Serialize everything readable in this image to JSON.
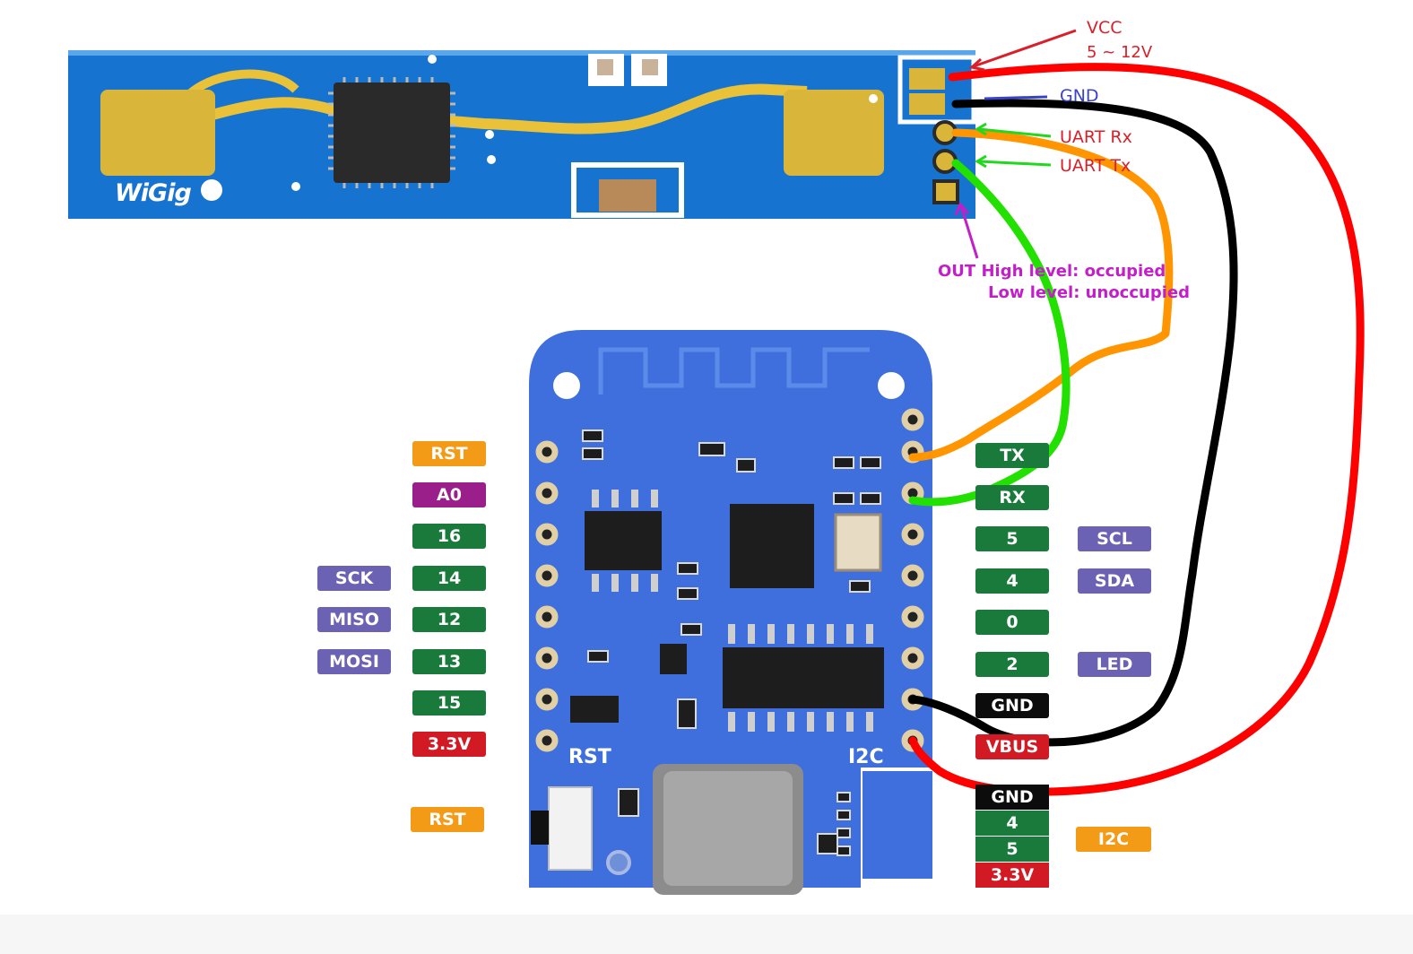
{
  "sensor": {
    "brand_text": "WiGig",
    "pins": [
      {
        "label": "VCC",
        "label2": "5 ~ 12V",
        "color": "#d8202a"
      },
      {
        "label": "GND",
        "color": "#3a43c8"
      },
      {
        "label": "UART Rx",
        "color": "#d8202a"
      },
      {
        "label": "UART Tx",
        "color": "#d8202a"
      },
      {
        "label": "OUT",
        "color": "#c21fc9"
      }
    ],
    "out_note_high": "High level: occupied",
    "out_note_low": "Low level: unoccupied"
  },
  "board": {
    "silk_rst": "RST",
    "silk_i2c": "I2C",
    "left_pins": [
      {
        "label": "RST",
        "color": "#f39a16"
      },
      {
        "label": "A0",
        "color": "#9b1f8a"
      },
      {
        "label": "16",
        "color": "#1a7a3c"
      },
      {
        "label": "14",
        "color": "#1a7a3c",
        "alt": "SCK"
      },
      {
        "label": "12",
        "color": "#1a7a3c",
        "alt": "MISO"
      },
      {
        "label": "13",
        "color": "#1a7a3c",
        "alt": "MOSI"
      },
      {
        "label": "15",
        "color": "#1a7a3c"
      },
      {
        "label": "3.3V",
        "color": "#d11a24"
      }
    ],
    "rst_button_label": "RST",
    "right_pins": [
      {
        "label": "TX",
        "color": "#1a7a3c"
      },
      {
        "label": "RX",
        "color": "#1a7a3c"
      },
      {
        "label": "5",
        "color": "#1a7a3c",
        "alt": "SCL"
      },
      {
        "label": "4",
        "color": "#1a7a3c",
        "alt": "SDA"
      },
      {
        "label": "0",
        "color": "#1a7a3c"
      },
      {
        "label": "2",
        "color": "#1a7a3c",
        "alt": "LED"
      },
      {
        "label": "GND",
        "color": "#0c0c0c"
      },
      {
        "label": "VBUS",
        "color": "#d11a24"
      }
    ],
    "i2c_connector": {
      "pins": [
        {
          "label": "GND",
          "color": "#0c0c0c"
        },
        {
          "label": "4",
          "color": "#1a7a3c"
        },
        {
          "label": "5",
          "color": "#1a7a3c"
        },
        {
          "label": "3.3V",
          "color": "#d11a24"
        }
      ],
      "tag": "I2C",
      "tag_color": "#f39a16"
    },
    "alt_tag_color": "#6c62b4"
  },
  "wires": [
    {
      "from": "VCC",
      "to": "VBUS",
      "color": "#ff0000"
    },
    {
      "from": "GND",
      "to": "GND",
      "color": "#000000"
    },
    {
      "from": "UART Rx",
      "to": "TX",
      "color": "#ff9500"
    },
    {
      "from": "UART Tx",
      "to": "RX",
      "color": "#22e000"
    }
  ]
}
